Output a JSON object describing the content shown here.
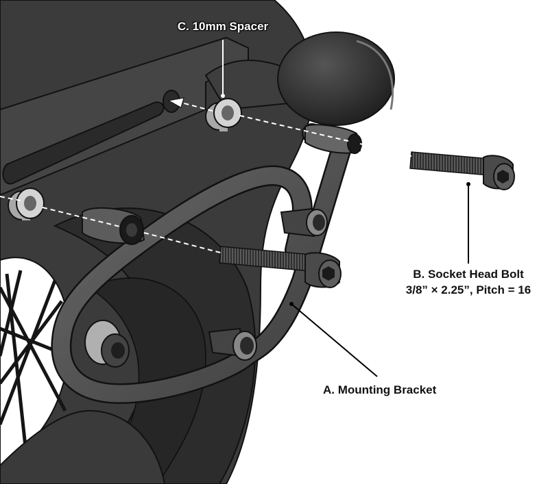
{
  "labels": {
    "spacer": "C. 10mm Spacer",
    "bolt_line1": "B. Socket Head Bolt",
    "bolt_line2": "3/8” × 2.25”, Pitch = 16",
    "bracket": "A. Mounting Bracket"
  },
  "colors": {
    "background": "#ffffff",
    "fender_dark": "#3b3b3b",
    "fender_mid": "#4a4a4a",
    "bracket": "#555555",
    "bolt": "#5a5a5a",
    "spacer": "#c8c8c8",
    "leader_line": "#000000",
    "axis_line": "#ffffff"
  }
}
